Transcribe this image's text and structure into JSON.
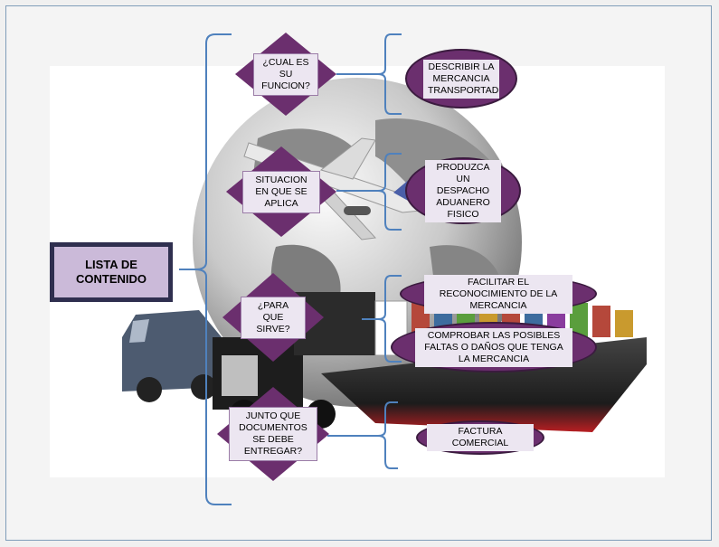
{
  "main_topic": {
    "label": "LISTA DE CONTENIDO"
  },
  "questions": [
    {
      "label": "¿CUAL ES SU FUNCION?"
    },
    {
      "label": "SITUACION EN QUE SE APLICA"
    },
    {
      "label": "¿PARA QUE SIRVE?"
    },
    {
      "label": "JUNTO QUE DOCUMENTOS SE DEBE ENTREGAR?"
    }
  ],
  "answers": [
    {
      "label": "DESCRIBIR LA MERCANCIA TRANSPORTAD"
    },
    {
      "label": "PRODUZCA UN DESPACHO ADUANERO FISICO"
    },
    {
      "label": "FACILITAR EL RECONOCIMIENTO DE LA MERCANCIA"
    },
    {
      "label": "COMPROBAR LAS POSIBLES FALTAS O DAÑOS QUE TENGA LA MERCANCIA"
    },
    {
      "label": "FACTURA COMERCIAL"
    }
  ],
  "colors": {
    "diamond_fill": "#6b2f6e",
    "label_fill": "#ece6f1",
    "main_border": "#2f2f4f",
    "main_fill": "#cbbad9",
    "bracket": "#4f81bd"
  }
}
